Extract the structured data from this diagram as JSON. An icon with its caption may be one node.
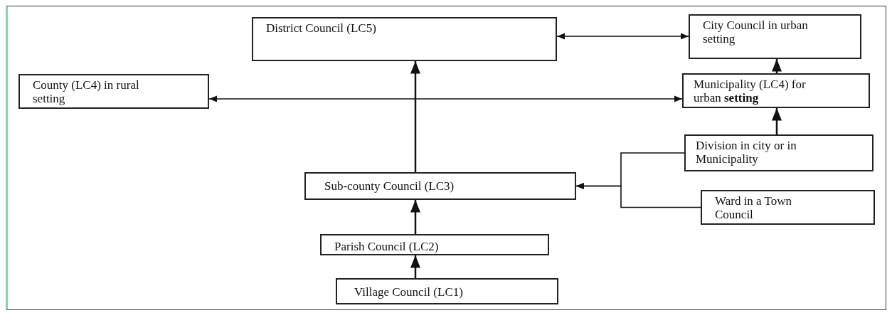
{
  "diagram": {
    "nodes": [
      {
        "text": [
          "District Council (LC5)"
        ]
      },
      {
        "text": [
          "City Council in urban setting"
        ]
      },
      {
        "text": [
          "County (LC4) in rural setting"
        ]
      },
      {
        "text": [
          "Municipality (LC4) for urban **setting**"
        ]
      },
      {
        "text": [
          "Division in city or in Municipality"
        ]
      },
      {
        "text": [
          "Sub-county Council (LC3)"
        ]
      },
      {
        "text": [
          "Ward in a Town Council"
        ]
      },
      {
        "text": [
          "Parish Council (LC2)"
        ]
      },
      {
        "text": [
          "Village Council (LC1)"
        ]
      }
    ],
    "edges": [
      {
        "from": 0,
        "to": 1,
        "arrow": "both"
      },
      {
        "from": 2,
        "to": 3,
        "arrow": "both"
      },
      {
        "from": 5,
        "to": 0,
        "arrow": "to"
      },
      {
        "from": 3,
        "to": 1,
        "arrow": "to"
      },
      {
        "from": 4,
        "to": 3,
        "arrow": "to"
      },
      {
        "from": 4,
        "to": 5,
        "arrow": "to"
      },
      {
        "from": 6,
        "to": 5,
        "arrow": "to"
      },
      {
        "from": 7,
        "to": 5,
        "arrow": "to"
      },
      {
        "from": 8,
        "to": 7,
        "arrow": "to"
      }
    ]
  }
}
